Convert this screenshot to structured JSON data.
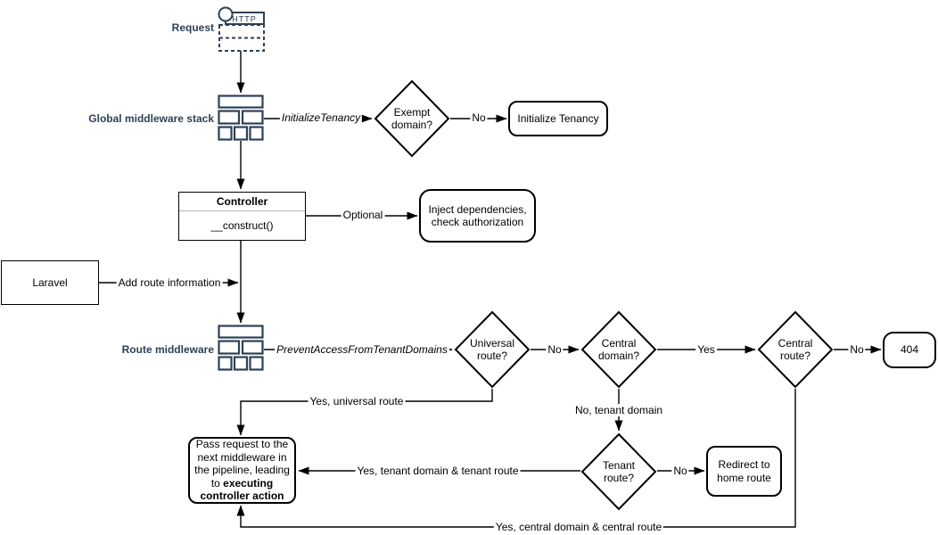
{
  "stage_labels": {
    "request": "Request",
    "global_middleware": "Global middleware stack",
    "route_middleware": "Route middleware"
  },
  "icons": {
    "request_icon": "http-request-icon",
    "request_icon_text": "HTTP",
    "middleware_icon": "middleware-stack-icon"
  },
  "nodes": {
    "exempt_domain": "Exempt domain?",
    "initialize_tenancy": "Initialize Tenancy",
    "controller_title": "Controller",
    "controller_member": "__construct()",
    "inject_dependencies": "Inject dependencies, check authorization",
    "laravel": "Laravel",
    "universal_route": "Universal route?",
    "central_domain": "Central domain?",
    "central_route": "Central route?",
    "not_found": "404",
    "tenant_route": "Tenant route?",
    "redirect_home": "Redirect to home route",
    "pass_request_text": "Pass request to the next middleware in the pipeline, leading to ",
    "pass_request_bold": "executing controller action"
  },
  "edge_labels": {
    "initialize_tenancy_mw": "InitializeTenancy",
    "exempt_no": "No",
    "optional": "Optional",
    "add_route_information": "Add route information",
    "prevent_access_mw": "PreventAccessFromTenantDomains",
    "universal_no": "No",
    "central_domain_yes": "Yes",
    "central_route_no": "No",
    "yes_universal_route": "Yes, universal route",
    "no_tenant_domain": "No, tenant domain",
    "tenant_route_no": "No",
    "yes_tenant_route": "Yes, tenant domain & tenant route",
    "yes_central_route": "Yes, central domain & central route"
  },
  "colors": {
    "icon_accent": "#2d4156",
    "shape_stroke": "#000000",
    "uml_divider": "#b3b3b3",
    "background": "#ffffff"
  }
}
